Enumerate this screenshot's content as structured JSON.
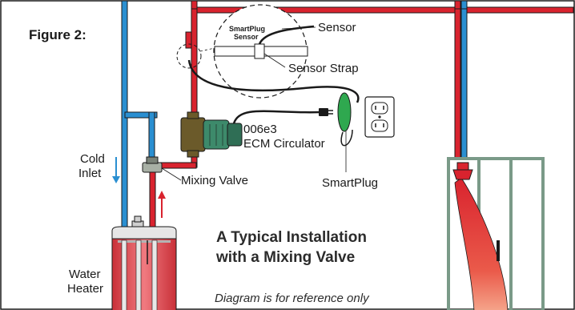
{
  "figure_label": "Figure 2:",
  "labels": {
    "smartplug_sensor_line1": "SmartPlug",
    "smartplug_sensor_line2": "Sensor",
    "sensor": "Sensor",
    "sensor_strap": "Sensor Strap",
    "circulator_model": "006e3",
    "circulator_type": "ECM Circulator",
    "cold_inlet_line1": "Cold",
    "cold_inlet_line2": "Inlet",
    "mixing_valve": "Mixing Valve",
    "smartplug": "SmartPlug",
    "water_heater_line1": "Water",
    "water_heater_line2": "Heater"
  },
  "title_line1": "A Typical Installation",
  "title_line2": "with a Mixing Valve",
  "footnote": "Diagram is for reference only",
  "colors": {
    "hot_pipe": "#d9232e",
    "cold_pipe": "#2a8fd1",
    "pipe_outline": "#1a1a1a",
    "circulator": "#3d8a6b",
    "smartplug": "#2fa84f",
    "shower_frame": "#7a9a88",
    "heater_tank": "#e8505b"
  },
  "icons": [
    "arrow-down-icon",
    "arrow-up-icon",
    "outlet-icon",
    "showerhead-icon"
  ]
}
